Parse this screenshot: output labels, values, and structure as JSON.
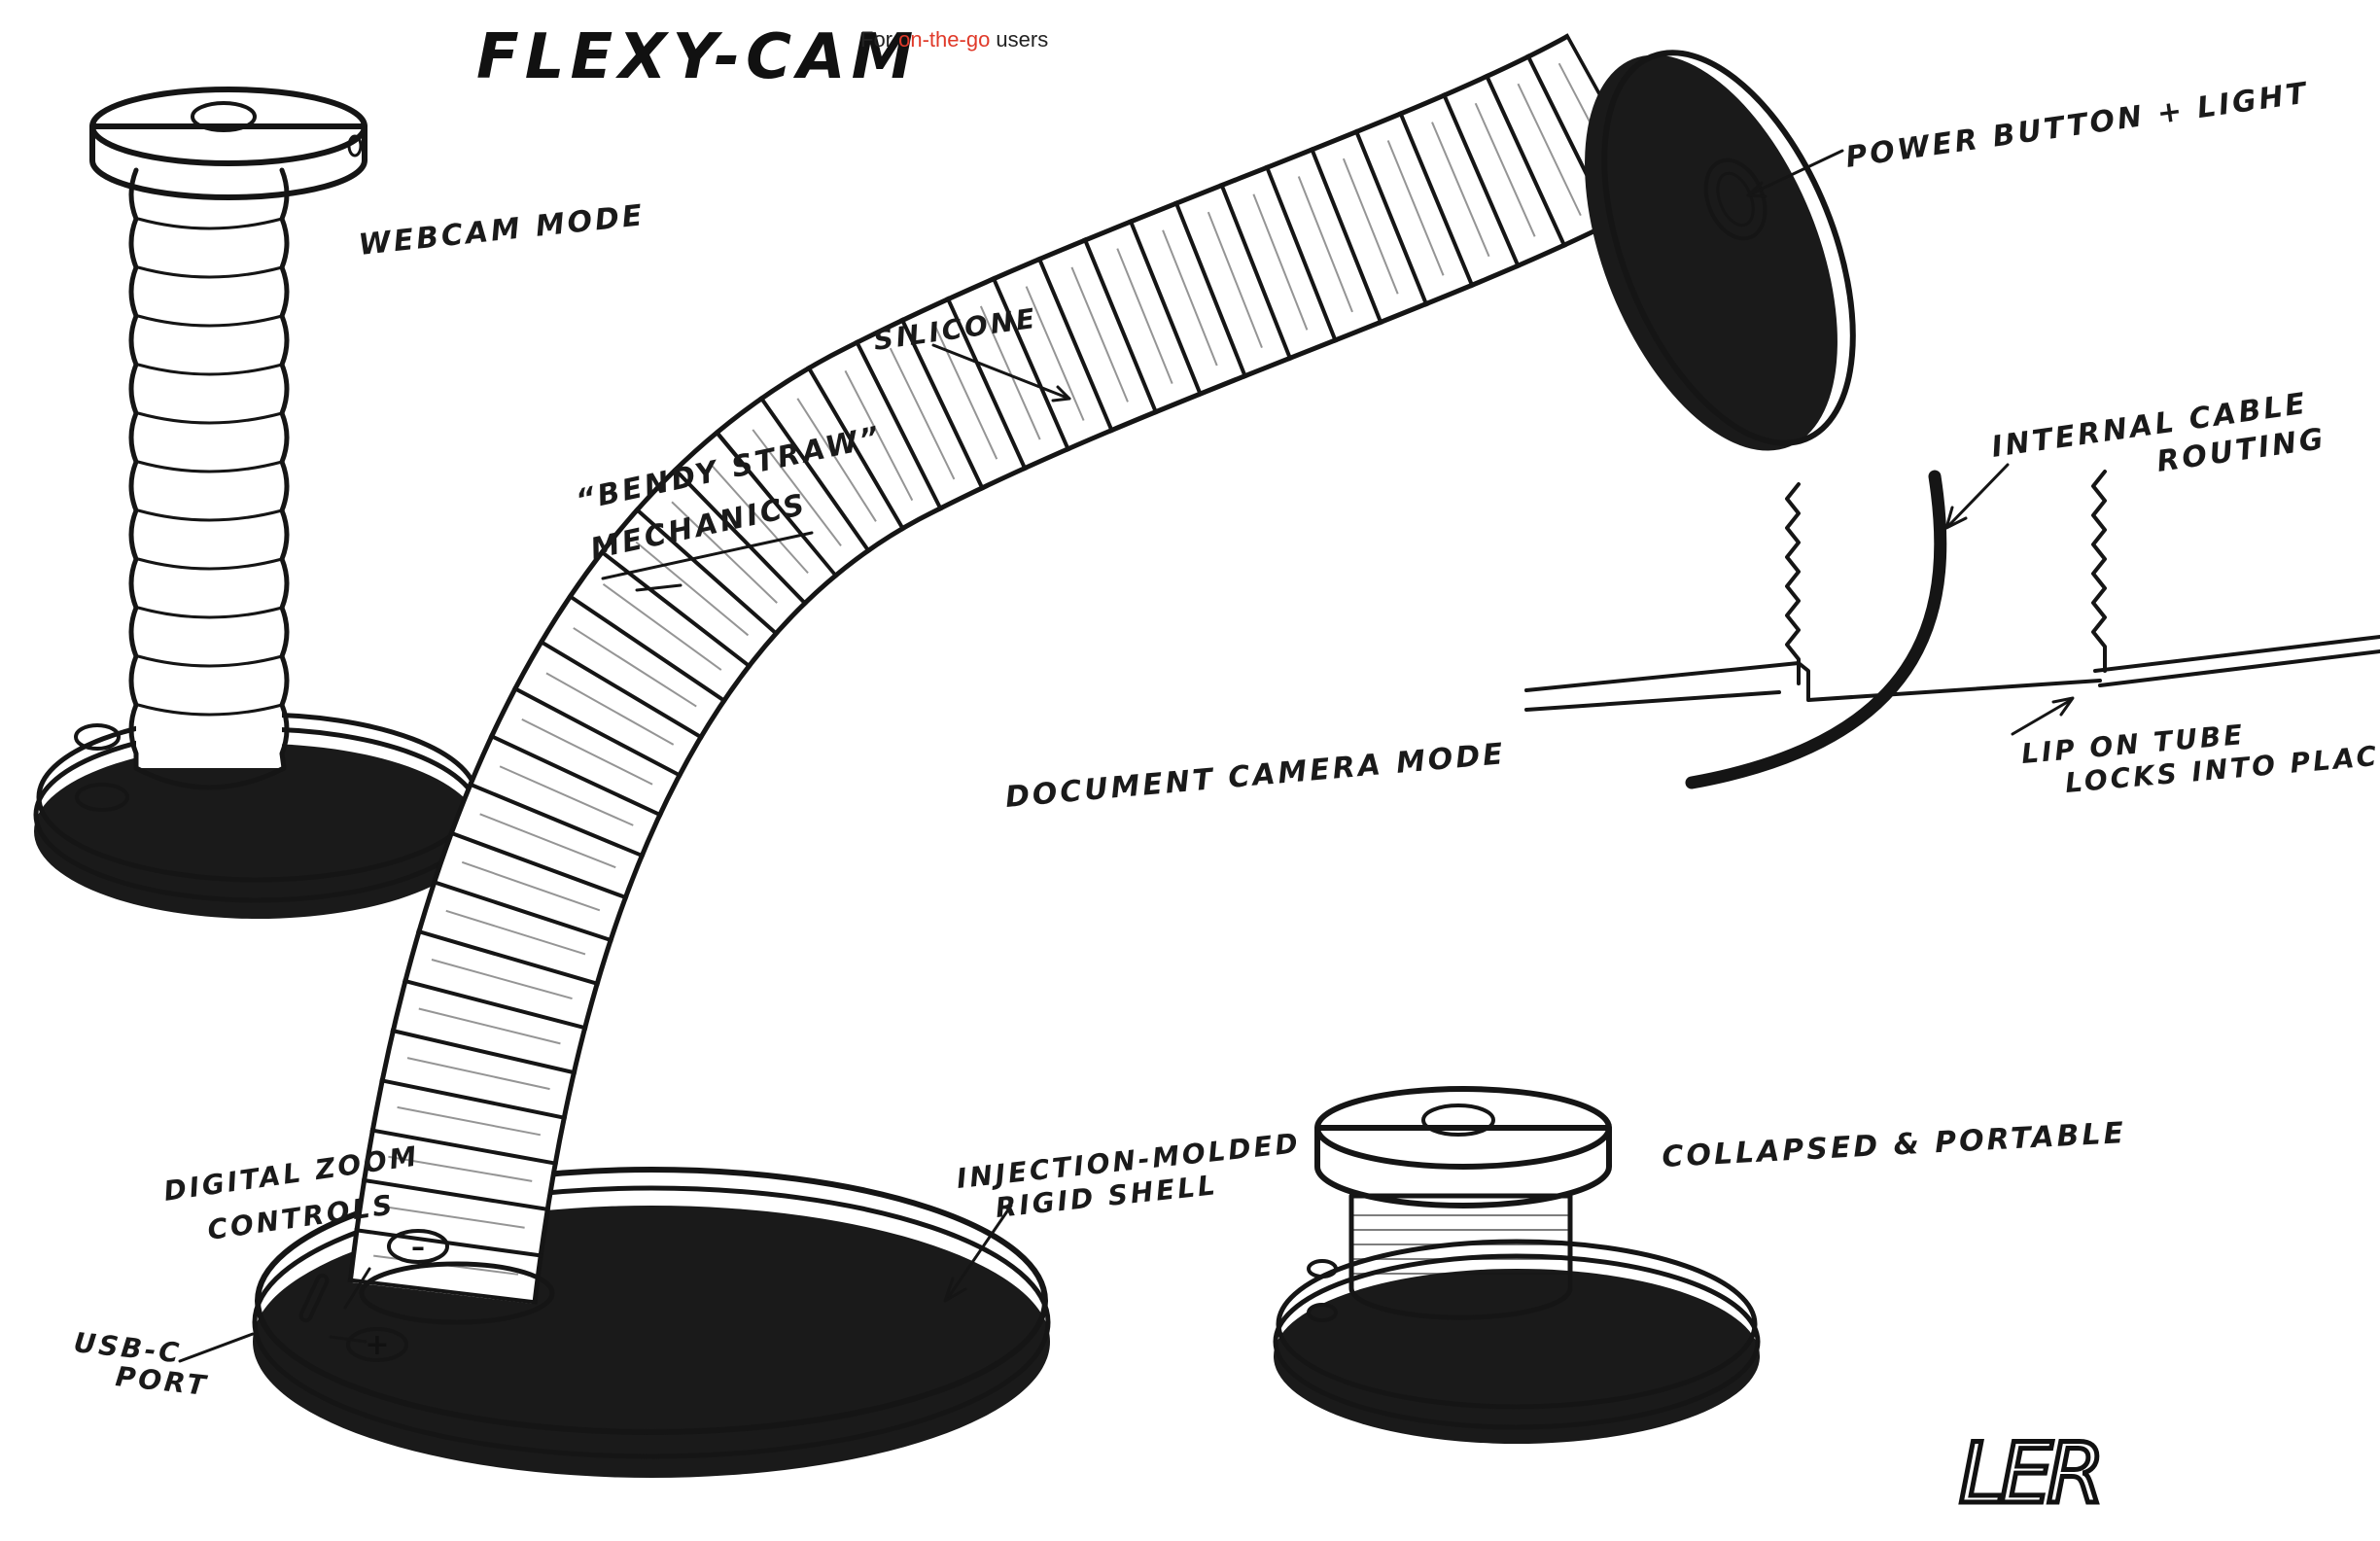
{
  "title": "FLEXY-CAM",
  "subtitle": {
    "prefix": "For ",
    "highlight": "on-the-go",
    "suffix": " users"
  },
  "colors": {
    "ink": "#151515",
    "highlight": "#e03a2a",
    "shade": "#c9cfe6",
    "paper": "#ffffff"
  },
  "labels": {
    "webcam_mode": "WEBCAM MODE",
    "silicone": "SILICONE",
    "bendy_1": "“BENDY STRAW”",
    "bendy_2": "MECHANICS",
    "power": "POWER BUTTON + LIGHT",
    "cable_1": "INTERNAL CABLE",
    "cable_2": "ROUTING",
    "lip_1": "LIP ON TUBE",
    "lip_2": "LOCKS INTO PLACE",
    "doc_mode": "DOCUMENT CAMERA MODE",
    "zoom_1": "DIGITAL ZOOM",
    "zoom_2": "CONTROLS",
    "shell_1": "INJECTION-MOLDED",
    "shell_2": "RIGID SHELL",
    "usb_1": "USB-C",
    "usb_2": "PORT",
    "collapsed": "COLLAPSED & PORTABLE",
    "button_minus": "–",
    "button_plus": "+"
  },
  "signature": "LER"
}
